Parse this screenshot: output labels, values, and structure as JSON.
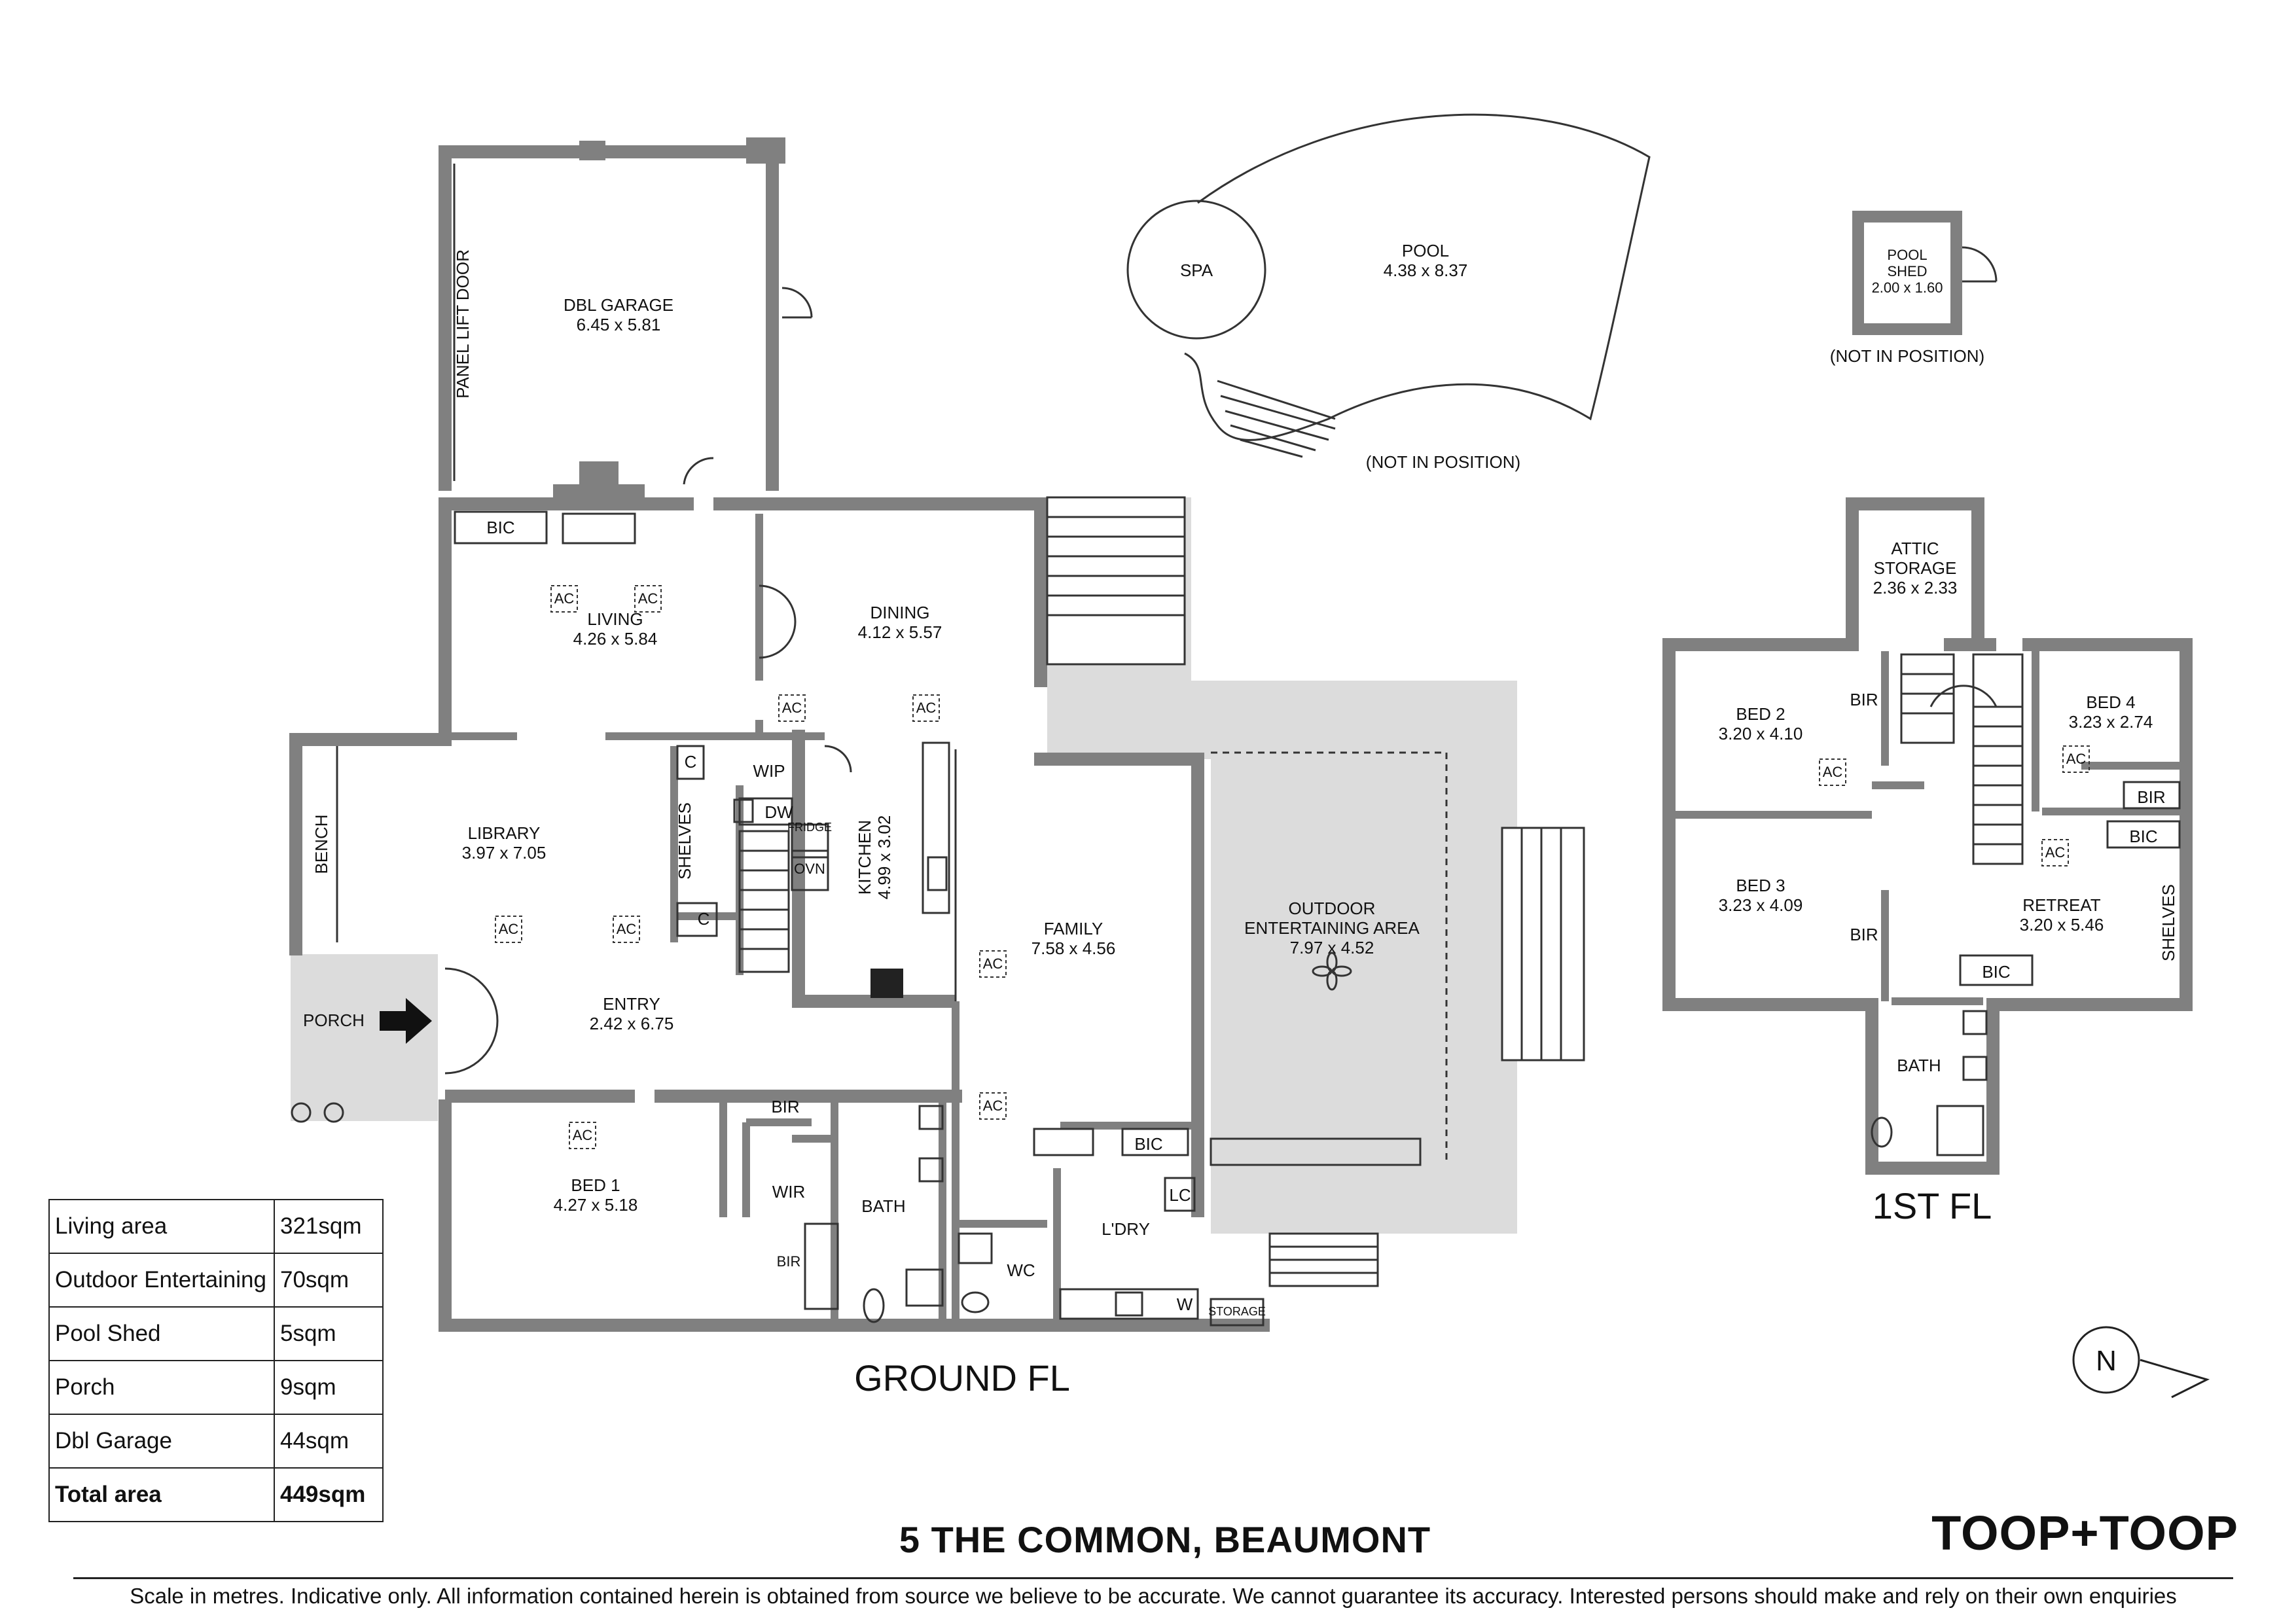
{
  "address": "5 THE COMMON, BEAUMONT",
  "brand": "TOOP+TOOP",
  "disclaimer": "Scale in metres. Indicative only. All information contained herein is obtained from source we believe to be accurate. We cannot guarantee its accuracy. Interested persons should make and rely on their own enquiries",
  "floor_labels": {
    "ground": "GROUND FL",
    "first": "1ST FL"
  },
  "compass": "N",
  "area_table": [
    {
      "label": "Living area",
      "value": "321sqm"
    },
    {
      "label": "Outdoor Entertaining",
      "value": "70sqm"
    },
    {
      "label": "Pool Shed",
      "value": "5sqm"
    },
    {
      "label": "Porch",
      "value": "9sqm"
    },
    {
      "label": "Dbl Garage",
      "value": "44sqm"
    }
  ],
  "area_total": {
    "label": "Total area",
    "value": "449sqm"
  },
  "rooms": {
    "garage": {
      "name": "DBL GARAGE",
      "size": "6.45 x 5.81"
    },
    "panel_lift_door": "PANEL LIFT DOOR",
    "living": {
      "name": "LIVING",
      "size": "4.26 x 5.84"
    },
    "dining": {
      "name": "DINING",
      "size": "4.12 x 5.57"
    },
    "library": {
      "name": "LIBRARY",
      "size": "3.97 x 7.05"
    },
    "kitchen": {
      "name": "KITCHEN",
      "size": "4.99 x 3.02"
    },
    "family": {
      "name": "FAMILY",
      "size": "7.58 x 4.56"
    },
    "entry": {
      "name": "ENTRY",
      "size": "2.42 x 6.75"
    },
    "bed1": {
      "name": "BED 1",
      "size": "4.27 x 5.18"
    },
    "outdoor": {
      "name": "OUTDOOR",
      "name2": "ENTERTAINING AREA",
      "size": "7.97 x 4.52"
    },
    "pool": {
      "name": "POOL",
      "size": "4.38 x 8.37"
    },
    "spa": "SPA",
    "pool_shed": {
      "name": "POOL",
      "name2": "SHED",
      "size": "2.00 x 1.60"
    },
    "attic": {
      "name": "ATTIC",
      "name2": "STORAGE",
      "size": "2.36 x 2.33"
    },
    "bed2": {
      "name": "BED 2",
      "size": "3.20 x 4.10"
    },
    "bed3": {
      "name": "BED 3",
      "size": "3.23 x 4.09"
    },
    "bed4": {
      "name": "BED 4",
      "size": "3.23 x 2.74"
    },
    "retreat": {
      "name": "RETREAT",
      "size": "3.20 x 5.46"
    }
  },
  "labels": {
    "bic": "BIC",
    "bir": "BIR",
    "wir": "WIR",
    "wip": "WIP",
    "bath": "BATH",
    "wc": "WC",
    "laundry": "L'DRY",
    "lc": "LC",
    "w": "W",
    "storage": "STORAGE",
    "porch": "PORCH",
    "bench": "BENCH",
    "shelves": "SHELVES",
    "c": "C",
    "dw": "DW",
    "ovn": "OVN",
    "fridge": "FRIDGE",
    "ac": "AC",
    "not_in_position": "(NOT IN POSITION)"
  }
}
